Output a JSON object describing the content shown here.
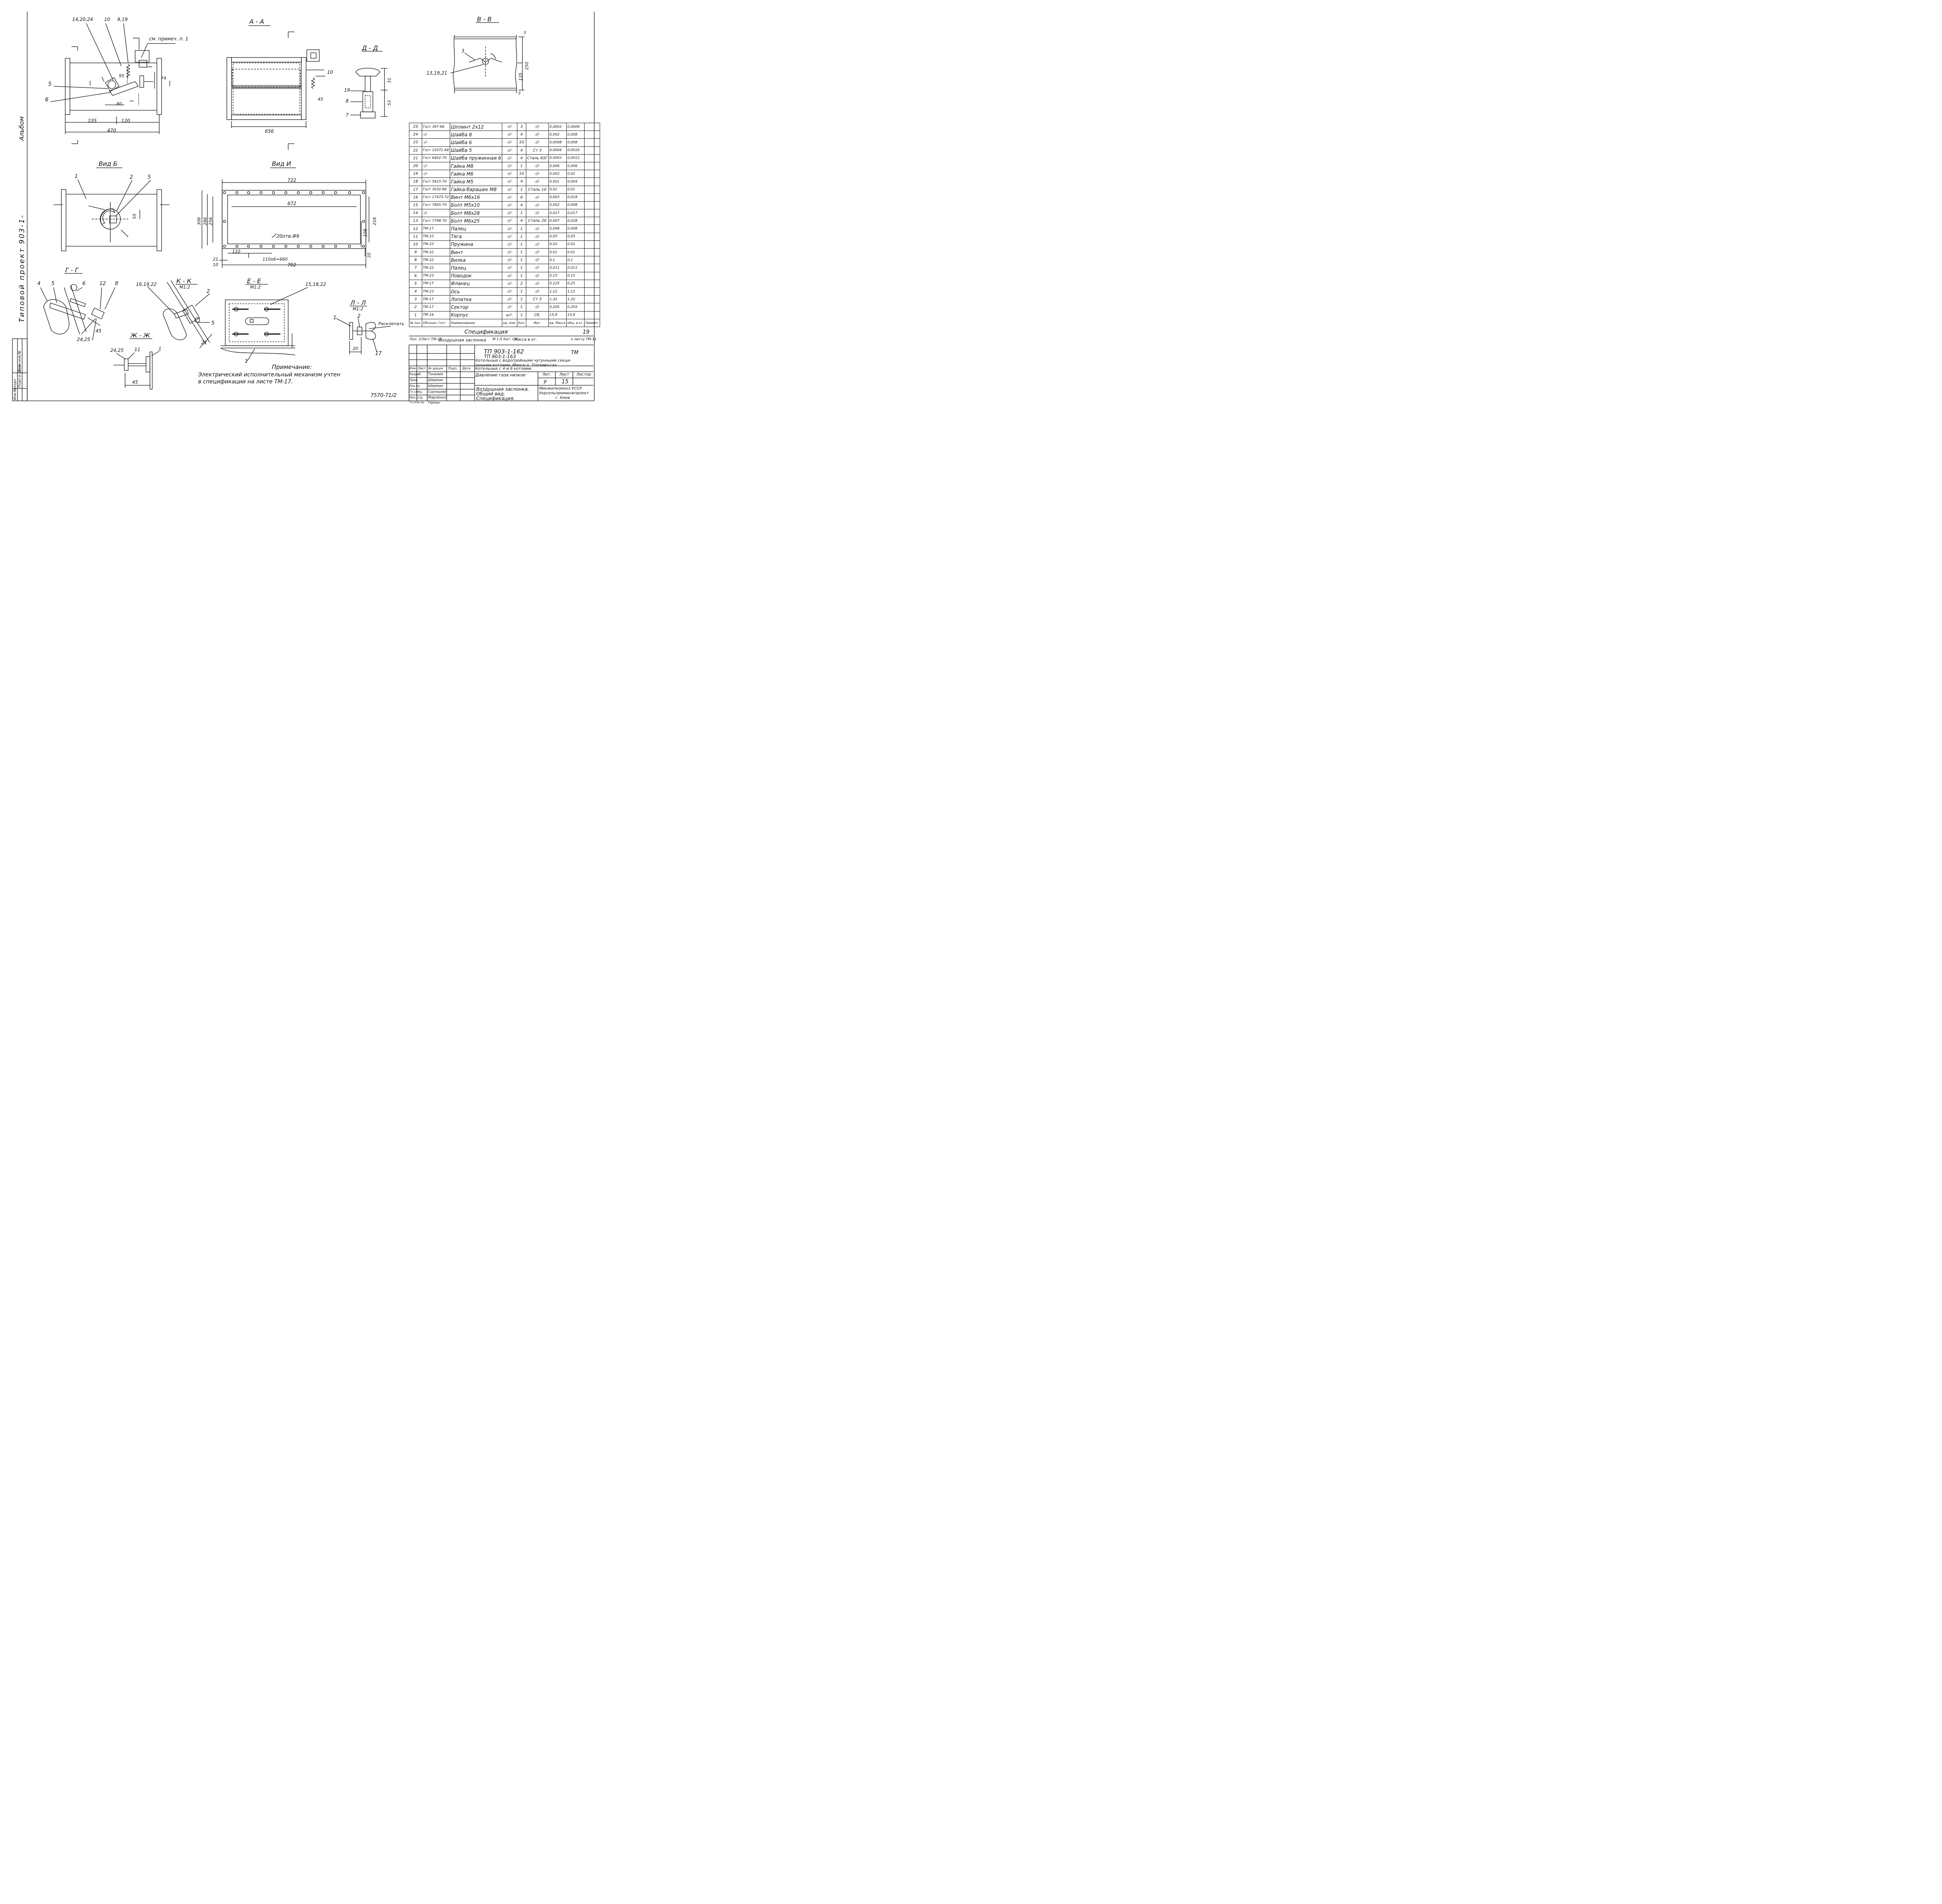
{
  "sheet": {
    "side_labels": {
      "album": "Альбом",
      "project": "Типовой проект 903-1-",
      "stamp_cols": [
        "Инв.№подл.",
        "Подп.и дата",
        "Взам.инв.№"
      ]
    },
    "views": {
      "main_dims": [
        "235",
        "120",
        "470",
        "95",
        "80",
        "74",
        "14,20,24",
        "10",
        "9,19",
        "5",
        "6"
      ],
      "main_note_ref": "см. примеч. п. 1",
      "section_aa": "А - А",
      "section_aa_dims": [
        "656",
        "10",
        "45"
      ],
      "section_bb": "В - В",
      "section_bb_dims": [
        "250",
        "135",
        "3",
        "3",
        "3",
        "13,19,21"
      ],
      "section_dd": "Д - Д",
      "section_dd_dims": [
        "31",
        "53",
        "19",
        "8",
        "7"
      ],
      "view_b": "Вид Б",
      "view_b_dims": [
        "1",
        "2",
        "5",
        "55"
      ],
      "view_i": "Вид И",
      "view_i_dims": [
        "722",
        "672",
        "306",
        "286",
        "256",
        "216",
        "108",
        "35",
        "20отв.Ф9",
        "110",
        "110х6=660",
        "21",
        "10",
        "702"
      ],
      "section_gg": "Г - Г",
      "section_gg_dims": [
        "4",
        "5",
        "6",
        "12",
        "8",
        "45",
        "24,25"
      ],
      "section_kk": "К - К",
      "section_kk_scale": "М1:2",
      "section_kk_dims": [
        "16,19,22",
        "2",
        "5",
        "21"
      ],
      "section_ee": "Е - Е",
      "section_ee_scale": "М1:2",
      "section_ee_dims": [
        "15,18,22",
        "1"
      ],
      "section_ll": "Л - Л",
      "section_ll_scale": "М1:2",
      "section_ll_dims": [
        "1",
        "2",
        "Расклепать",
        "20",
        "17"
      ],
      "section_zhzh": "Ж - Ж",
      "section_zhzh_dims": [
        "24,25",
        "11",
        "1",
        "45"
      ]
    },
    "note_title": "Примечание:",
    "note_text_1": "Электрический исполнительный механизм учтен",
    "note_text_2": "в спецификации на листе ТМ-17.",
    "drawing_no": "7570-71/2"
  },
  "spec": {
    "rows": [
      [
        "25",
        "Гост 397-66",
        "Шплинт 2х12",
        "-//-",
        "3",
        "-//-",
        "0,0003",
        "0,0009",
        ""
      ],
      [
        "24",
        "-//-",
        "Шайба 8",
        "-//-",
        "4",
        "-//-",
        "0,002",
        "0,008",
        ""
      ],
      [
        "23",
        "-//-",
        "Шайба 6",
        "-//-",
        "10",
        "-//-",
        "0,0008",
        "0,008",
        ""
      ],
      [
        "22",
        "Гост 10371-68",
        "Шайба 5",
        "-//-",
        "4",
        "Ст 3",
        "0,0004",
        "0,0016",
        ""
      ],
      [
        "21",
        "Гост 6402-70",
        "Шайба пружинная 6",
        "-//-",
        "4",
        "Сталь 65Г",
        "0,0003",
        "0,0012",
        ""
      ],
      [
        "20",
        "-//-",
        "Гайка М8",
        "-//-",
        "1",
        "-//-",
        "0,006",
        "0,006",
        ""
      ],
      [
        "19",
        "-//-",
        "Гайка М6",
        "-//-",
        "10",
        "-//-",
        "0,002",
        "0,02",
        ""
      ],
      [
        "18",
        "Гост 5915-70",
        "Гайка М5",
        "-//-",
        "4",
        "-//-",
        "0,001",
        "0,004",
        ""
      ],
      [
        "17",
        "Гост 3032-66",
        "Гайка-барашек М8",
        "-//-",
        "1",
        "Сталь 10",
        "0,01",
        "0,01",
        ""
      ],
      [
        "16",
        "Гост 17475-72",
        "Винт М6х16",
        "-//-",
        "6",
        "-//-",
        "0,003",
        "0,018",
        ""
      ],
      [
        "15",
        "Гост 7805-70",
        "Болт М5х10",
        "-//-",
        "4",
        "-//-",
        "0,002",
        "0,008",
        ""
      ],
      [
        "14",
        "-//-",
        "Болт М8х28",
        "-//-",
        "1",
        "-//-",
        "0,017",
        "0,017",
        ""
      ],
      [
        "13",
        "Гост 7798-70",
        "Болт М6х25",
        "-//-",
        "4",
        "Сталь 20",
        "0,007",
        "0,028",
        ""
      ],
      [
        "12",
        "ТМ-17",
        "Палец",
        "-//-",
        "1",
        "-//-",
        "0,008",
        "0,008",
        ""
      ],
      [
        "11",
        "ТМ-23",
        "Тяга",
        "-//-",
        "1",
        "-//-",
        "0,05",
        "0,05",
        ""
      ],
      [
        "10",
        "ТМ-23",
        "Пружина",
        "-//-",
        "1",
        "-//-",
        "0,02",
        "0,02",
        ""
      ],
      [
        "9",
        "ТМ-22",
        "Винт",
        "-//-",
        "1",
        "-//-",
        "0,01",
        "0,01",
        ""
      ],
      [
        "8",
        "ТМ-22",
        "Вилка",
        "-//-",
        "1",
        "-//-",
        "0,1",
        "0,1",
        ""
      ],
      [
        "7",
        "ТМ-22",
        "Палец",
        "-//-",
        "1",
        "-//-",
        "0,011",
        "0,011",
        ""
      ],
      [
        "6",
        "ТМ-23",
        "Поводок",
        "-//-",
        "1",
        "-//-",
        "0,15",
        "0,15",
        ""
      ],
      [
        "5",
        "ТМ-17",
        "Фланец",
        "-//-",
        "2",
        "-//-",
        "0,125",
        "0,25",
        ""
      ],
      [
        "4",
        "ТМ-23",
        "Ось",
        "-//-",
        "1",
        "-//-",
        "1,12",
        "1,12",
        ""
      ],
      [
        "3",
        "ТМ-17",
        "Лопатка",
        "-//-",
        "1",
        "Ст 3",
        "1,32",
        "1,32",
        ""
      ],
      [
        "2",
        "ТМ-17",
        "Сектор",
        "-//-",
        "1",
        "-//-",
        "0,205",
        "0,205",
        ""
      ],
      [
        "1",
        "ТМ-16",
        "Корпус",
        "шт.",
        "1",
        "Сб.",
        "15,9",
        "15,9",
        ""
      ]
    ],
    "header": [
      "№ поз.",
      "Обознач. Гост",
      "Наименование",
      "ед. изм.",
      "Кол.",
      "Мат.",
      "ед. Масса",
      "общ. в кг.",
      "Примеч."
    ],
    "title": "Спецификация",
    "sheet_no": "19",
    "sub_row": [
      "Поз. 2",
      "Лист ТМ-15",
      "Воздушная заслонка",
      "М 1:5",
      "Кат. Сб.",
      "Масса в кг.",
      "к листу ТМ-11"
    ]
  },
  "title_block": {
    "code_1": "ТП 903-1-162",
    "code_2": "ТП 903-1-163",
    "section": "ТМ",
    "project_desc_1": "Котельные с водогрейными чугунными секци-",
    "project_desc_2": "онными котлами, Минск-1. Топливо-газ.",
    "boilers": "Котельные с 4-и 6 котлами.",
    "pressure": "Давление газа низкое",
    "drawing_title_1": "Воздушная заслонка.",
    "drawing_title_2": "Общий вид.",
    "drawing_title_3": "Спецификация.",
    "lit_label": "Лит.",
    "list_label": "Лист",
    "listov_label": "Листов",
    "stage": "Р",
    "sheet": "15",
    "org_1": "Минжилкомхоз УССР",
    "org_2": "Укрсельпроминжпроект",
    "org_3": "г. Киев",
    "col_heads": [
      "Изм.",
      "Лист",
      "№ докум.",
      "Подп.",
      "Дата"
    ],
    "roles": [
      "Разраб.",
      "Пров.",
      "Рук.гр.",
      "Гл.спец.",
      "Нач.отд.",
      "Гл.инж.пр."
    ],
    "names": [
      "Тонкиих",
      "Шерман",
      "Шерман",
      "Сыроедова",
      "Марленко",
      "Герман"
    ]
  }
}
